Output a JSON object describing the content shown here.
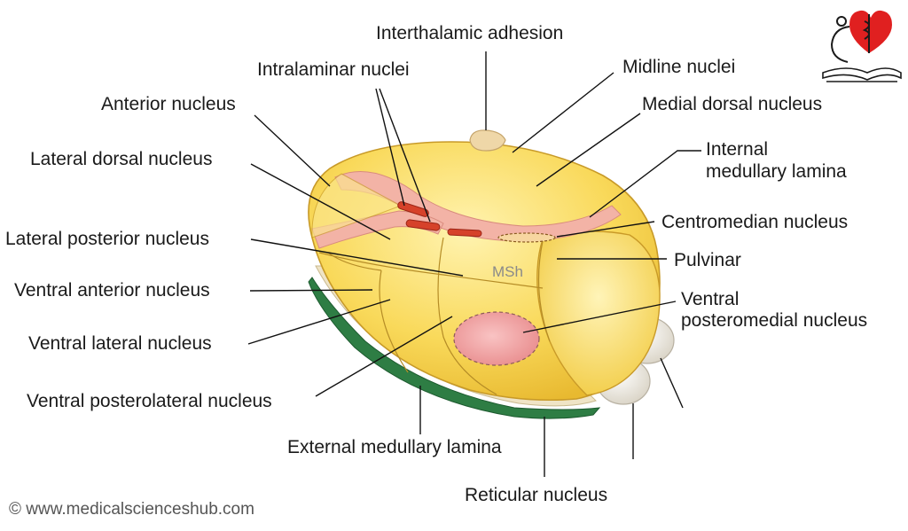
{
  "labels": {
    "interthalamic_adhesion": "Interthalamic adhesion",
    "intralaminar_nuclei": "Intralaminar nuclei",
    "midline_nuclei": "Midline nuclei",
    "anterior_nucleus": "Anterior nucleus",
    "medial_dorsal_nucleus": "Medial dorsal nucleus",
    "lateral_dorsal_nucleus": "Lateral dorsal nucleus",
    "internal_medullary_lamina_line1": "Internal",
    "internal_medullary_lamina_line2": "medullary lamina",
    "centromedian_nucleus": "Centromedian nucleus",
    "lateral_posterior_nucleus": "Lateral posterior nucleus",
    "pulvinar": "Pulvinar",
    "ventral_anterior_nucleus": "Ventral anterior nucleus",
    "ventral_posteromedial_line1": "Ventral",
    "ventral_posteromedial_line2": "posteromedial nucleus",
    "ventral_lateral_nucleus": "Ventral lateral nucleus",
    "ventral_posterolateral_nucleus": "Ventral posterolateral nucleus",
    "external_medullary_lamina": "External medullary lamina",
    "reticular_nucleus": "Reticular nucleus"
  },
  "watermark": "MSh",
  "copyright": "© www.medicalscienceshub.com",
  "colors": {
    "thalamus_fill": "#f9d95a",
    "thalamus_light": "#fbe68d",
    "lamina_pink": "#f3b3a6",
    "intralaminar_red": "#d6422a",
    "vpm_pink": "#ef8f93",
    "reticular_green": "#2e7d44",
    "geniculate_white": "#f1ede4",
    "adhesion_tan": "#efd7a8",
    "logo_red": "#e02020"
  }
}
